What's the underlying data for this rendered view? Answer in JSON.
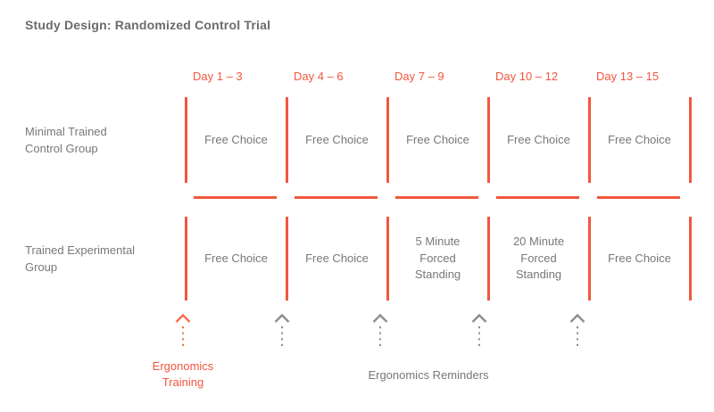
{
  "title": "Study Design: Randomized Control Trial",
  "columns": [
    {
      "day_label": "Day 1 – 3"
    },
    {
      "day_label": "Day 4 – 6"
    },
    {
      "day_label": "Day 7 – 9"
    },
    {
      "day_label": "Day 10 – 12"
    },
    {
      "day_label": "Day 13 – 15"
    }
  ],
  "rows": [
    {
      "label_lines": [
        "Minimal Trained",
        "Control Group"
      ],
      "cells": [
        "Free Choice",
        "Free Choice",
        "Free Choice",
        "Free Choice",
        "Free Choice"
      ]
    },
    {
      "label_lines": [
        "Trained Experimental",
        "Group"
      ],
      "cells": [
        "Free Choice",
        "Free Choice",
        [
          "5 Minute",
          "Forced",
          "Standing"
        ],
        [
          "20 Minute",
          "Forced",
          "Standing"
        ],
        "Free Choice"
      ]
    }
  ],
  "annotations": {
    "training_label_lines": [
      "Ergonomics",
      "Training"
    ],
    "reminders_label": "Ergonomics Reminders"
  },
  "colors": {
    "accent_orange": "#F1573E",
    "body_gray": "#77787B",
    "title_gray": "#6A6B6E",
    "arrow_gray": "#8C8E91"
  }
}
